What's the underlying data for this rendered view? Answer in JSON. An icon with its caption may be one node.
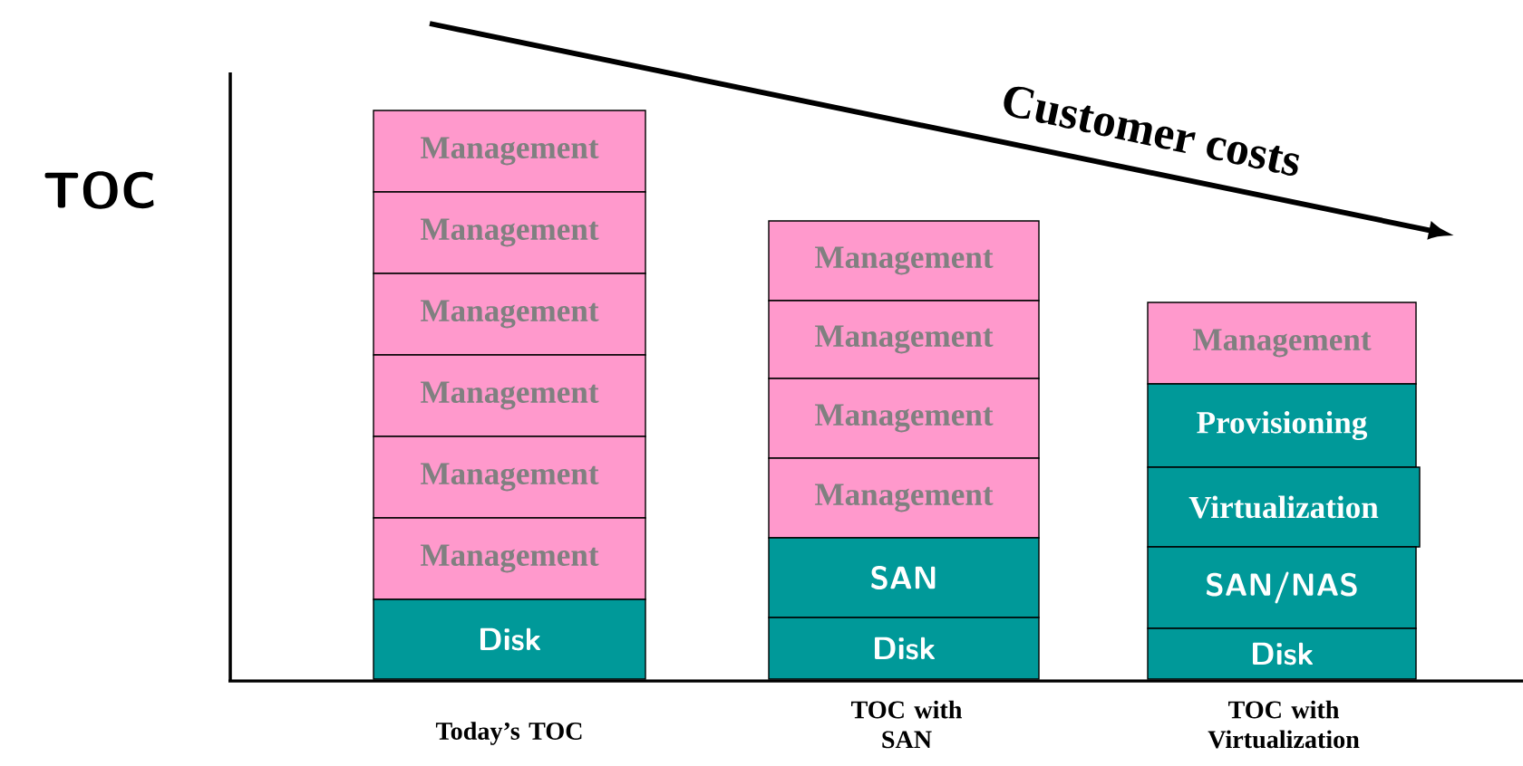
{
  "diagram": {
    "nodes": [
      {
        "text": [
          "Management"
        ]
      },
      {
        "text": [
          "Management"
        ]
      },
      {
        "text": [
          "Management"
        ]
      },
      {
        "text": [
          "Management"
        ]
      },
      {
        "text": [
          "Management"
        ]
      },
      {
        "text": [
          "Management"
        ]
      },
      {
        "text": [
          "Disk"
        ]
      },
      {
        "text": [
          "Management"
        ]
      },
      {
        "text": [
          "Management"
        ]
      },
      {
        "text": [
          "Management"
        ]
      },
      {
        "text": [
          "Management"
        ]
      },
      {
        "text": [
          "SAN"
        ]
      },
      {
        "text": [
          "Disk"
        ]
      },
      {
        "text": [
          "Management"
        ]
      },
      {
        "text": [
          "Provisioning"
        ]
      },
      {
        "text": [
          "Virtualization"
        ]
      },
      {
        "text": [
          "SAN/NAS"
        ]
      },
      {
        "text": [
          "Disk"
        ]
      }
    ],
    "labels": [
      "TOC",
      "Customer costs",
      "Today’s TOC",
      "TOC with SAN",
      "TOC with Virtualization"
    ]
  }
}
